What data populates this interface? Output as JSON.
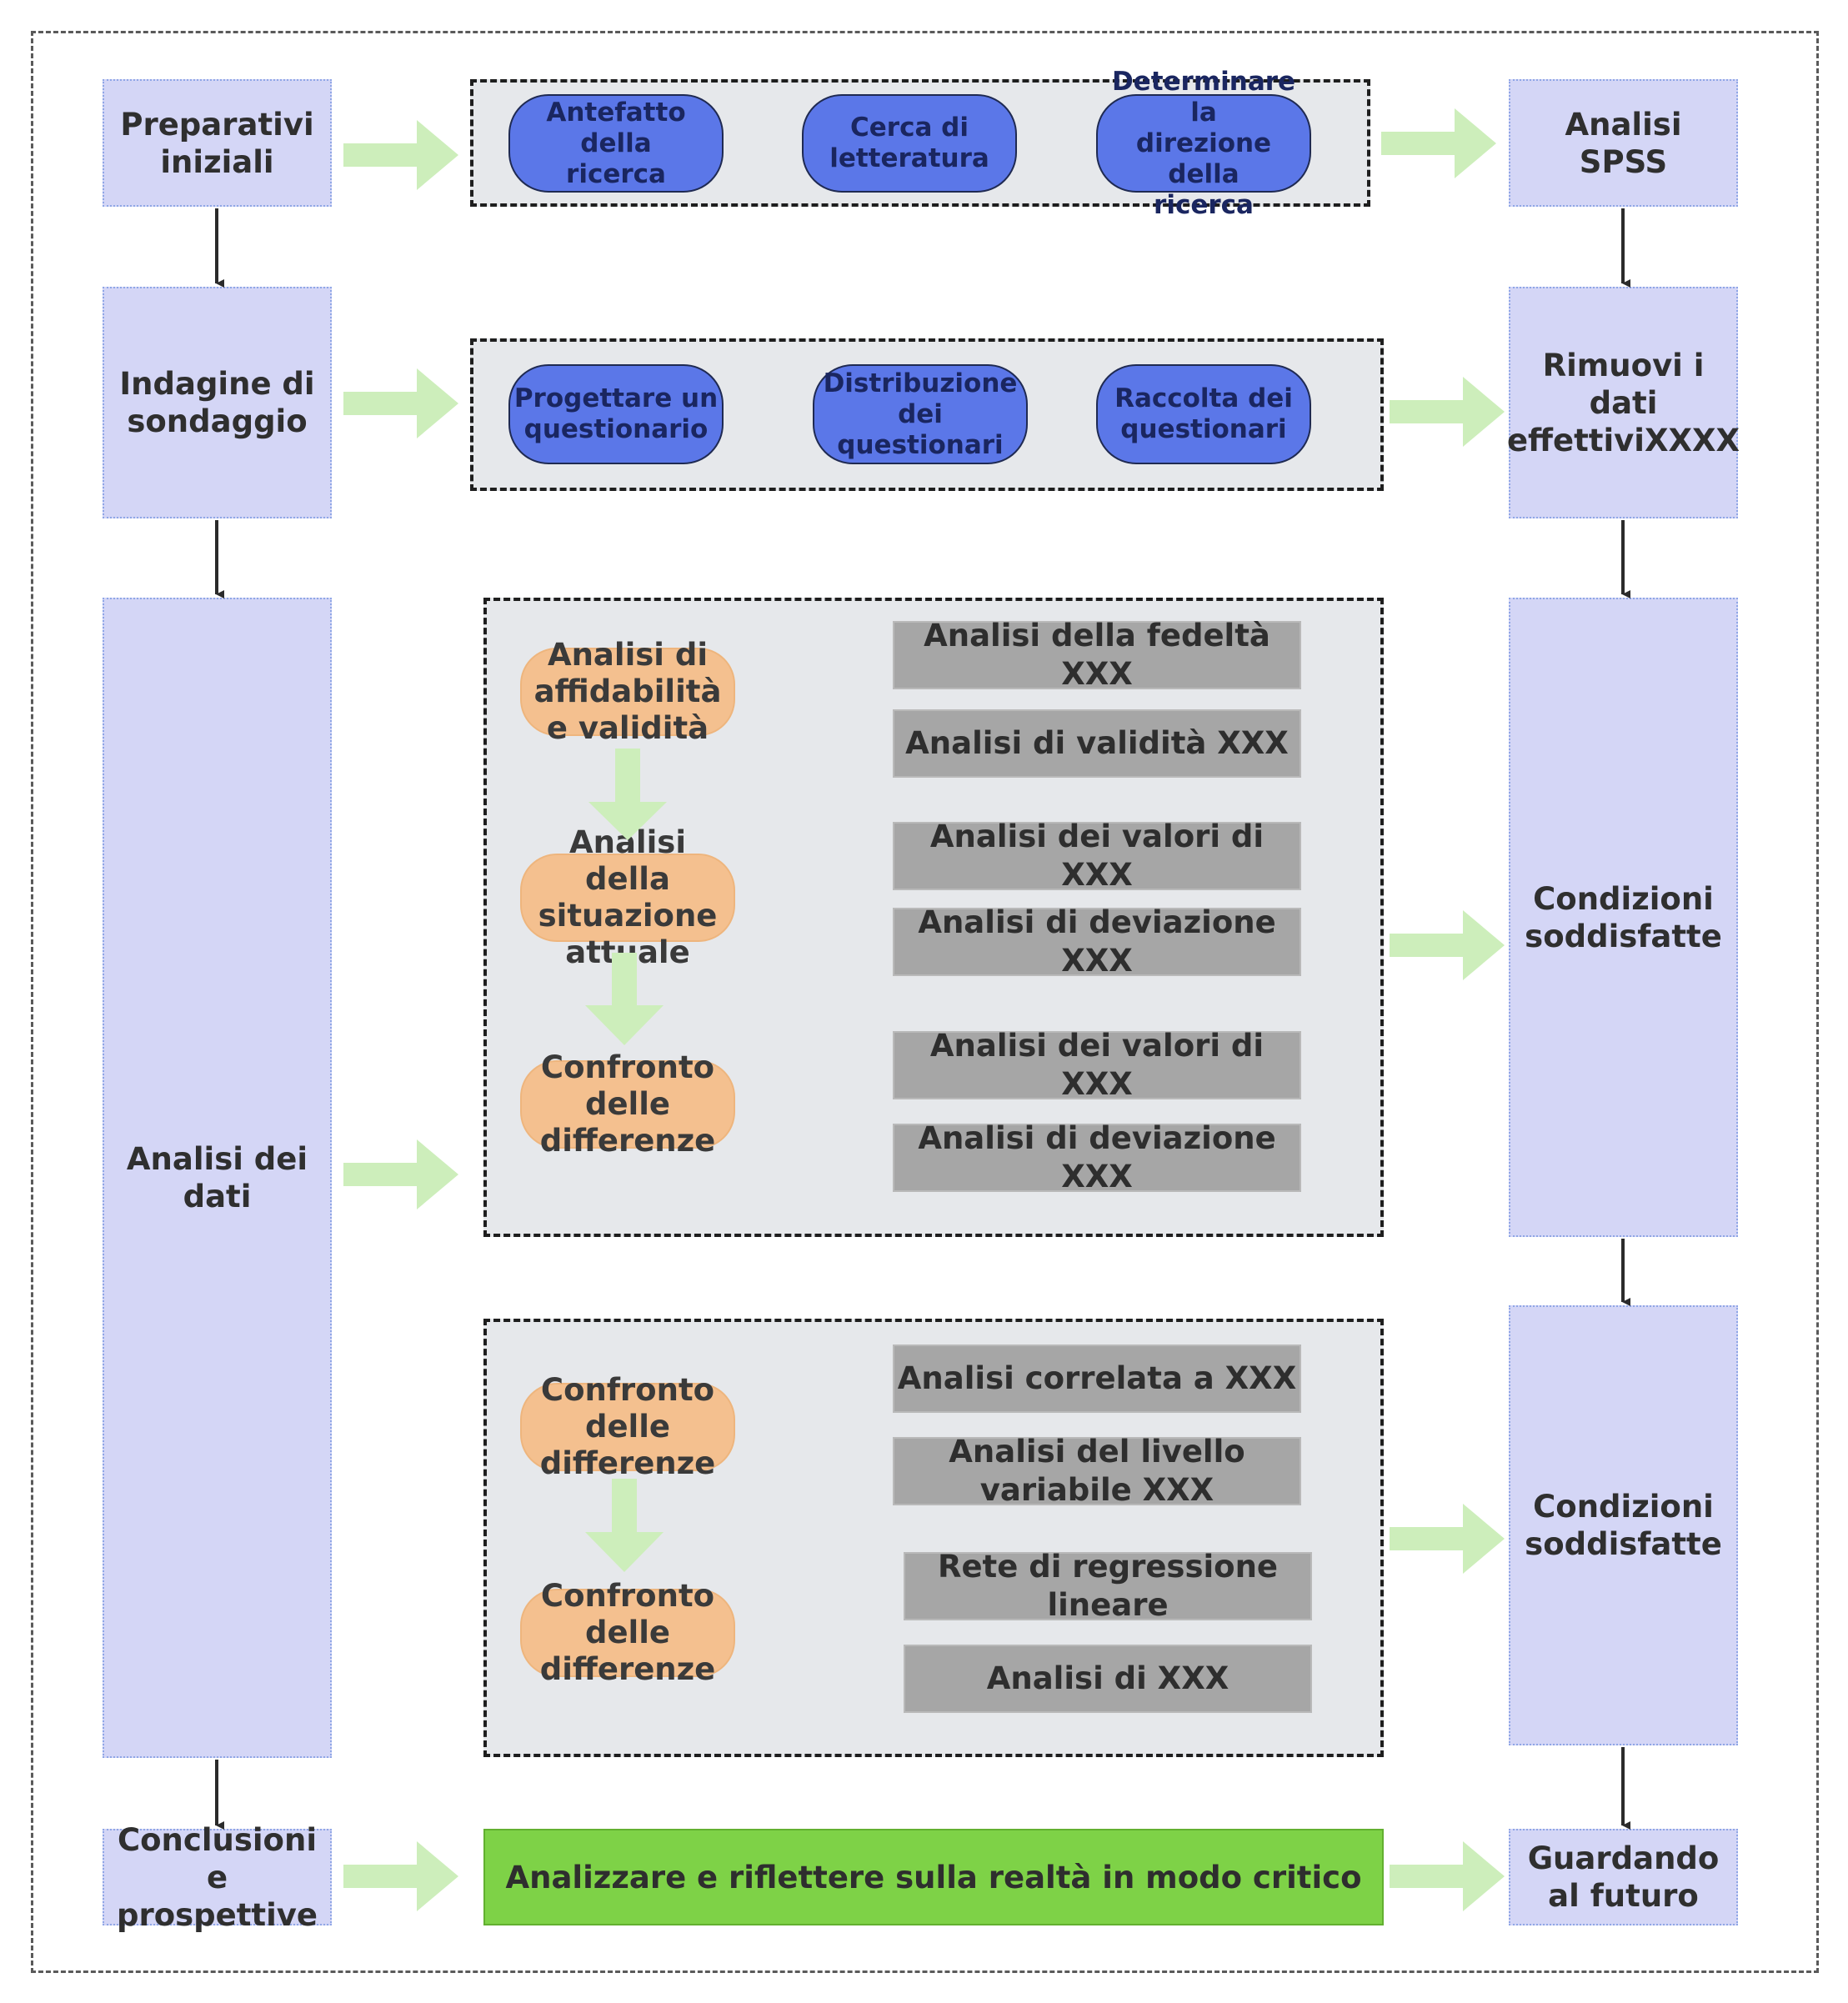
{
  "left_column": {
    "preparativi": "Preparativi\niniziali",
    "indagine": "Indagine di\nsondaggio",
    "analisi": "Analisi dei\ndati",
    "conclusioni": "Conclusioni e\nprospettive"
  },
  "right_column": {
    "spss": "Analisi SPSS",
    "rimuovi": "Rimuovi i\ndati\neffettiviXXXX",
    "condizioni_1": "Condizioni\nsoddisfatte",
    "condizioni_2": "Condizioni\nsoddisfatte",
    "guardando": "Guardando\nal futuro"
  },
  "row1": {
    "antefatto": "Antefatto della\nricerca",
    "cerca": "Cerca di\nletteratura",
    "determinare": "Determinare la\ndirezione della\nricerca"
  },
  "row2": {
    "progettare": "Progettare un\nquestionario",
    "distribuzione": "Distribuzione\ndei questionari",
    "raccolta": "Raccolta dei\nquestionari"
  },
  "group3": {
    "step1": "Analisi di\naffidabilità\ne validità",
    "step2": "Analisi della\nsituazione\nattuale",
    "step3": "Confronto\ndelle\ndifferenze",
    "items": [
      "Analisi della fedeltà\nXXX",
      "Analisi di validità XXX",
      "Analisi dei valori di XXX",
      "Analisi di deviazione\nXXX",
      "Analisi dei valori di XXX",
      "Analisi di deviazione\nXXX"
    ]
  },
  "group4": {
    "step1": "Confronto\ndelle\ndifferenze",
    "step2": "Confronto\ndelle\ndifferenze",
    "items": [
      "Analisi correlata a XXX",
      "Analisi del livello\nvariabile XXX",
      "Rete di regressione\nlineare",
      "Analisi di XXX"
    ]
  },
  "bottom_bar": "Analizzare e riflettere sulla realtà in modo critico",
  "colors": {
    "side_fill": "#d4d6f6",
    "pill_fill": "#5b77e8",
    "orange_fill": "#f4c08f",
    "gray_fill": "#a6a6a6",
    "green_fill": "#7ed247",
    "arrow_green": "#cdeebb"
  }
}
